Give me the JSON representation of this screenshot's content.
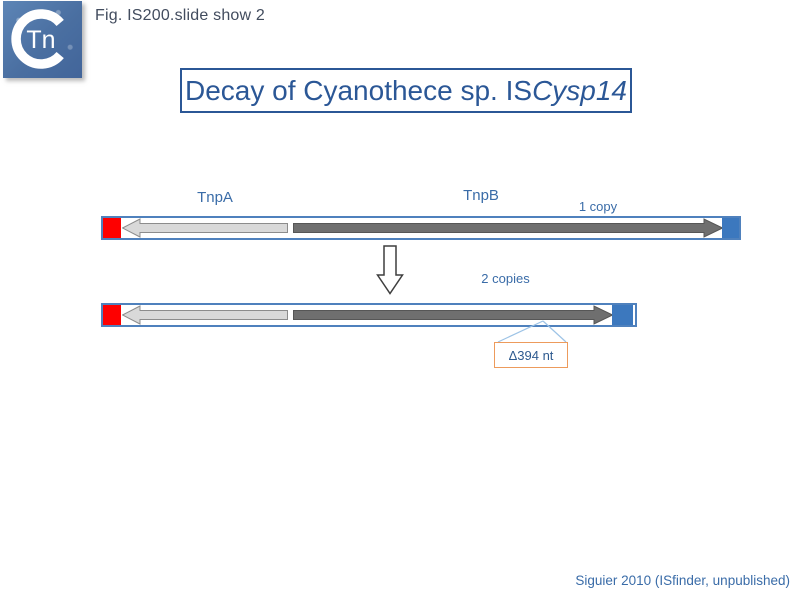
{
  "slide": {
    "fig_caption": "Fig. IS200.slide show 2",
    "logo": {
      "text": "Tn",
      "shape": "C-ring"
    },
    "title": {
      "prefix": "Decay of Cyanothece sp. IS",
      "italic_suffix": "Cysp14"
    }
  },
  "diagram": {
    "gene_labels": {
      "tnpA": "TnpA",
      "tnpB": "TnpB"
    },
    "row1": {
      "copy_label": "1 copy",
      "left_end": "red-terminal-box",
      "right_end": "blue-terminal-box"
    },
    "transform": "downward-hollow-arrow",
    "row2": {
      "copy_label": "2 copies",
      "left_end": "red-terminal-box",
      "right_end": "blue-terminal-box"
    },
    "callout_label": "Δ394 nt"
  },
  "footer": {
    "citation": "Siguier 2010 (ISfinder, unpublished)"
  },
  "colors": {
    "title_blue": "#2b5796",
    "label_blue": "#3a6ca8",
    "rect_border_blue": "#4f81bd",
    "light_arrow_gray": "#d9d9d9",
    "dark_arrow_gray": "#6f6f6f",
    "red_end": "#fe0000",
    "blue_end": "#3c78be",
    "callout_orange": "#ed9b5c",
    "callout_line_blue": "#9dc3e6",
    "logo_blue": "#4a6fa1"
  }
}
